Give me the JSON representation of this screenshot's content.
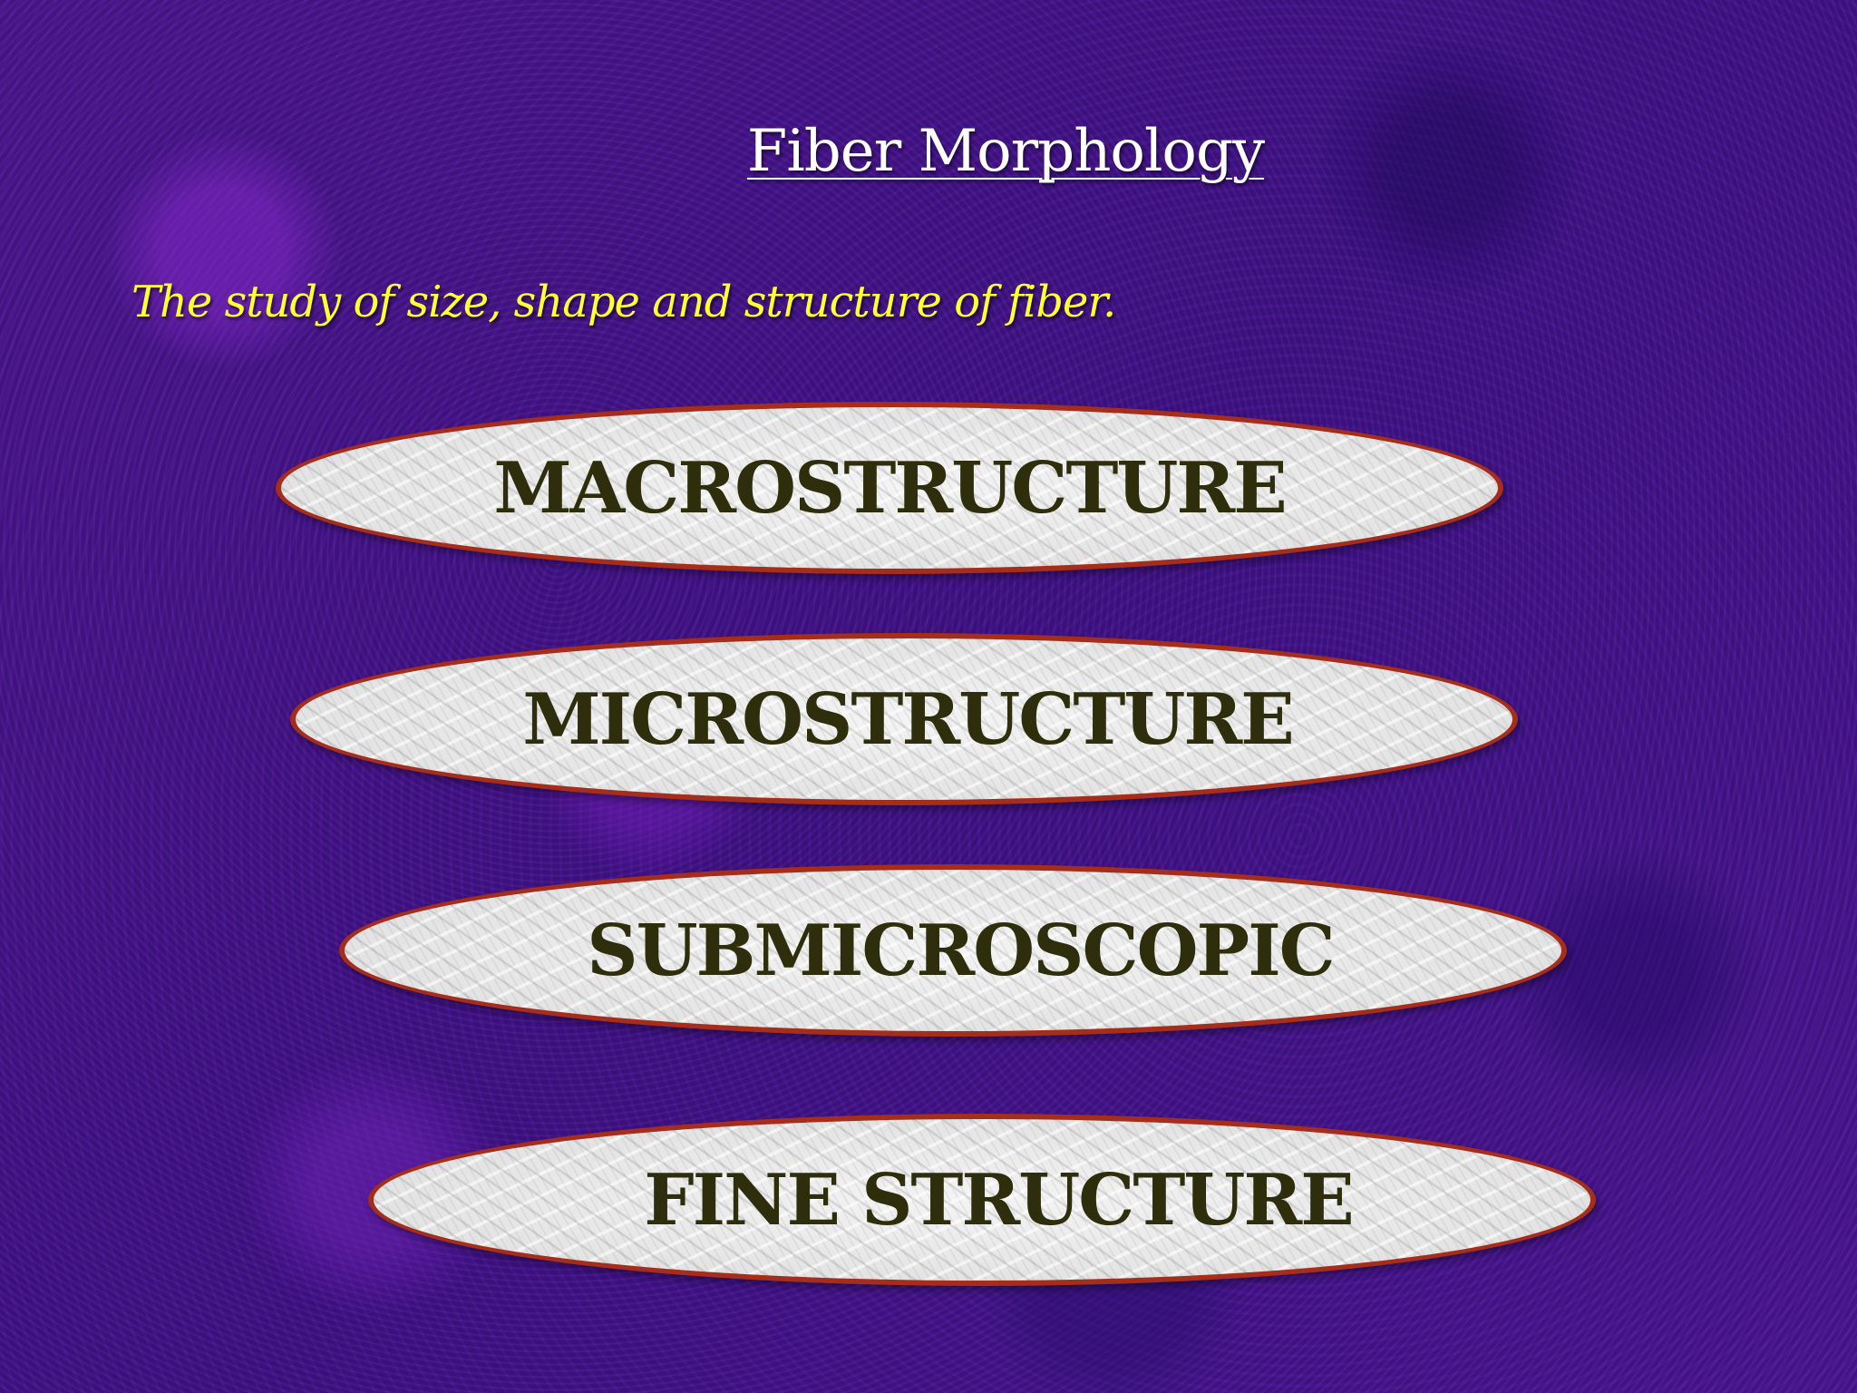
{
  "slide": {
    "title": "Fiber Morphology",
    "subtitle": "The study of  size, shape and structure of  fiber.",
    "levels": [
      {
        "label": "MACROSTRUCTURE"
      },
      {
        "label": "MICROSTRUCTURE"
      },
      {
        "label": "SUBMICROSCOPIC"
      },
      {
        "label": "FINE STRUCTURE"
      }
    ]
  },
  "colors": {
    "background": "#4a1490",
    "title": "#ffffff",
    "subtitle": "#ffff33",
    "pill_fill": "#e6e6e6",
    "pill_border": "#a52d1c",
    "pill_text": "#2e2e0c"
  }
}
